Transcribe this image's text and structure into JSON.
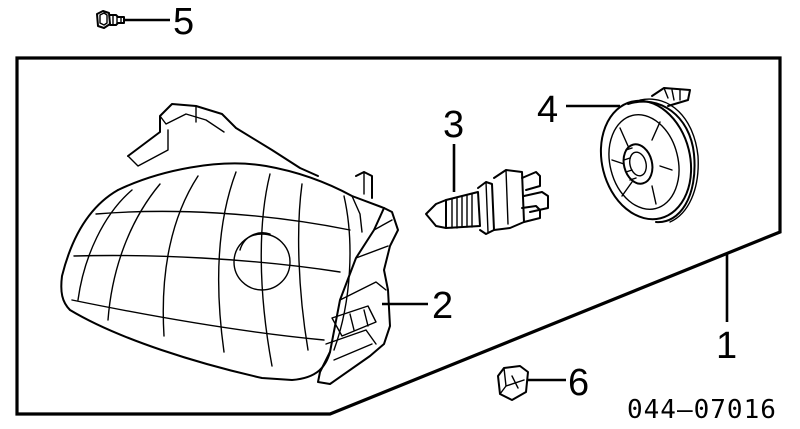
{
  "diagram": {
    "callouts": [
      {
        "id": "1",
        "text": "1"
      },
      {
        "id": "2",
        "text": "2"
      },
      {
        "id": "3",
        "text": "3"
      },
      {
        "id": "4",
        "text": "4"
      },
      {
        "id": "5",
        "text": "5"
      },
      {
        "id": "6",
        "text": "6"
      }
    ],
    "part_code": "044–07016"
  },
  "parts": {
    "headlamp_unit": "headlamp-assembly",
    "bulb": "halogen-bulb",
    "socket_cover": "bulb-socket-cover",
    "bolt": "mounting-bolt",
    "clip": "retaining-clip"
  }
}
